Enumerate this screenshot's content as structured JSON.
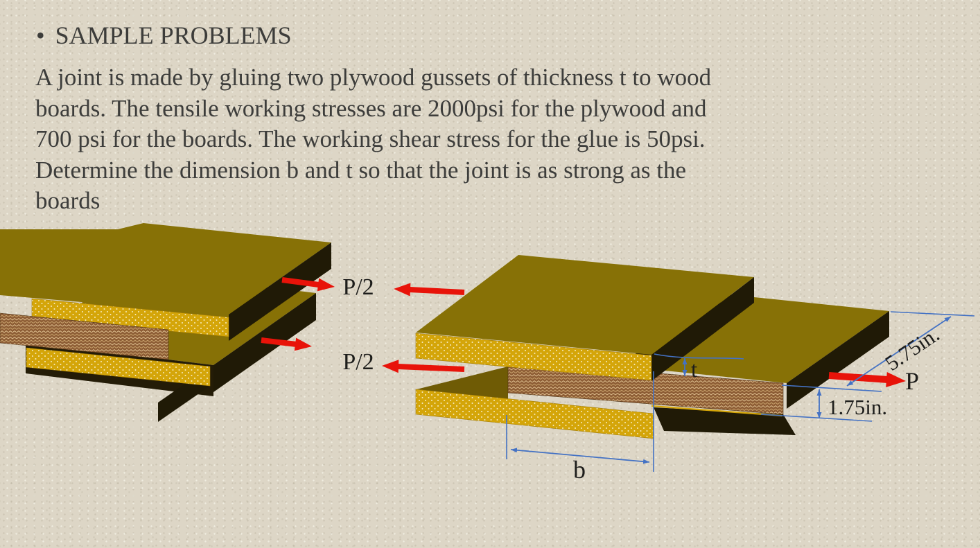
{
  "slide": {
    "title_bullet": "•",
    "title": "SAMPLE PROBLEMS",
    "body_lines": [
      "A joint is made by gluing two plywood gussets of thickness t to wood",
      "boards. The tensile working stresses are 2000psi for the plywood and",
      "700 psi for the boards. The working shear stress for the glue is 50psi.",
      "Determine the dimension b and t so that the joint is as strong as the",
      "boards"
    ],
    "background_color": "#ddd6c6",
    "text_color": "#3d3d3b"
  },
  "diagram": {
    "labels": {
      "force_half_upper": "P/2",
      "force_half_lower": "P/2",
      "gusset_thickness": "t",
      "gusset_width": "b",
      "force_total": "P",
      "diagonal_dimension": "5.75in.",
      "board_thickness": "1.75in."
    },
    "colors": {
      "wood_top_face": "#877106",
      "plywood_edge_gold": "#d4a509",
      "board_edge_brown": "#8d5d35",
      "shadow_side_dark": "#201a06",
      "force_arrow_red": "#e81309",
      "dimension_line_blue": "#4472c4"
    }
  }
}
